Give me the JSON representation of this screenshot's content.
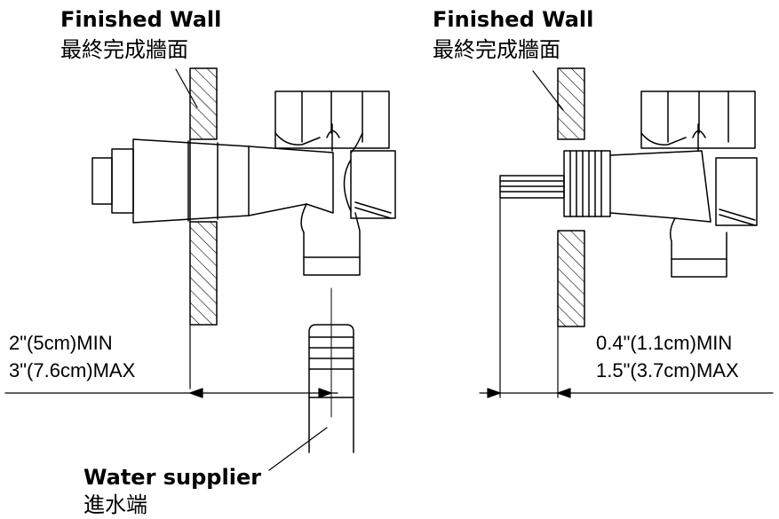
{
  "left": {
    "wall_title_en": "Finished Wall",
    "wall_title_zh": "最終完成牆面",
    "dim_min": "2\"(5cm)MIN",
    "dim_max": "3\"(7.6cm)MAX"
  },
  "right": {
    "wall_title_en": "Finished Wall",
    "wall_title_zh": "最終完成牆面",
    "dim_min": "0.4\"(1.1cm)MIN",
    "dim_max": "1.5\"(3.7cm)MAX"
  },
  "supply": {
    "title_en": "Water supplier",
    "title_zh": "進水端"
  },
  "colors": {
    "ink": "#000000",
    "paper": "#ffffff"
  }
}
